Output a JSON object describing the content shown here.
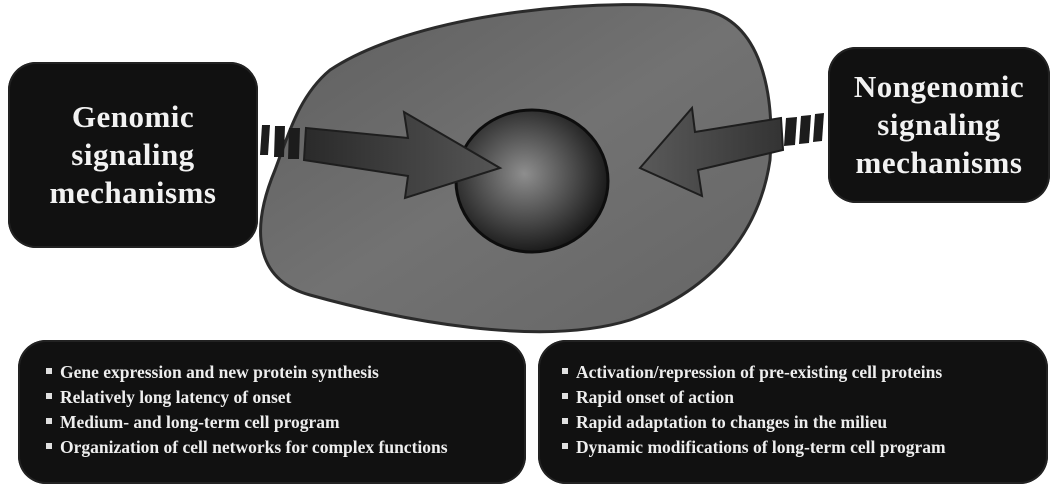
{
  "genomic": {
    "title": "Genomic\nsignaling\nmechanisms",
    "features": [
      "Gene expression and new protein synthesis",
      "Relatively long latency of onset",
      "Medium- and long-term cell program",
      "Organization of cell networks for complex functions"
    ]
  },
  "nongenomic": {
    "title": "Nongenomic\nsignaling\nmechanisms",
    "features": [
      "Activation/repression of pre-existing cell proteins",
      "Rapid onset of action",
      "Rapid adaptation to changes in the milieu",
      "Dynamic modifications of long-term cell program"
    ]
  },
  "colors": {
    "box_fill": "#111111",
    "cell_fill": "#6e6e6e",
    "nucleus_center": "#8a8a8a",
    "nucleus_edge": "#141414",
    "arrow_fill": "#4a4a4a"
  }
}
